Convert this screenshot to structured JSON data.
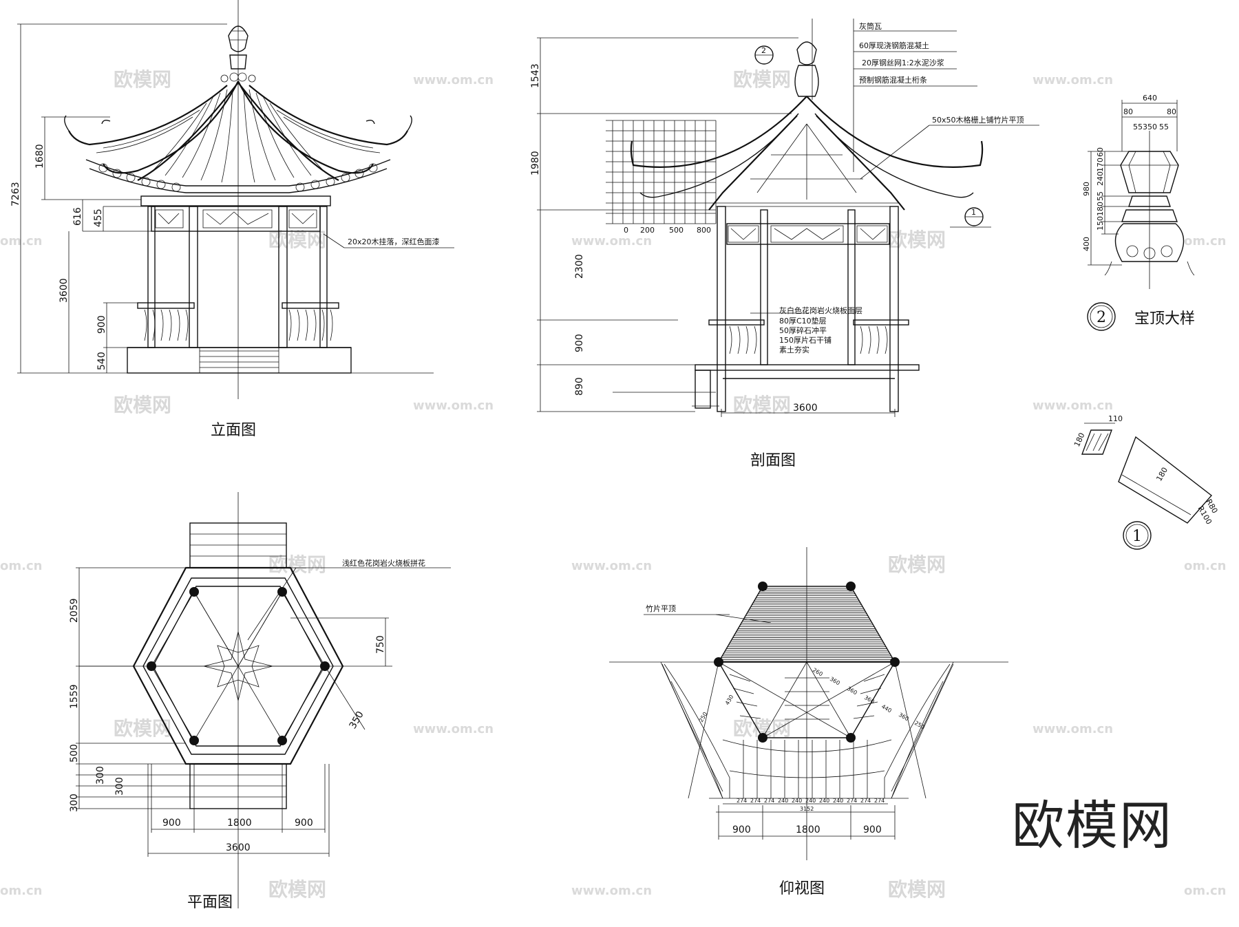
{
  "drawings": {
    "elevation": {
      "title": "立面图",
      "dims": [
        "7263",
        "1680",
        "616",
        "455",
        "3600",
        "900",
        "540"
      ],
      "note": "20x20木挂落，深红色面漆"
    },
    "section": {
      "title": "剖面图",
      "dims": [
        "1543",
        "1980",
        "2300",
        "900",
        "890",
        "3600"
      ],
      "scale_ticks": [
        "0",
        "200",
        "500",
        "800"
      ],
      "roof_notes": [
        "灰筒瓦",
        "60厚现浇钢筋混凝土",
        "20厚钢丝网1:2水泥沙浆",
        "预制钢筋混凝土桁条"
      ],
      "ceiling_note": "50x50木格栅上铺竹片平顶",
      "floor_notes": [
        "灰白色花岗岩火烧板面层",
        "80厚C10垫层",
        "50厚碎石冲平",
        "150厚片石干铺",
        "素土夯实"
      ],
      "marker_top": "2",
      "marker_eave": "1"
    },
    "finial": {
      "title": "宝顶大样",
      "marker": "2",
      "dims_top": [
        "640",
        "80",
        "55",
        "350",
        "55",
        "80"
      ],
      "dims_side": [
        "980",
        "60",
        "170",
        "240",
        "55",
        "180",
        "150",
        "400"
      ]
    },
    "eave_detail": {
      "marker": "1",
      "dims": [
        "110",
        "180",
        "180",
        "R80",
        "R100"
      ]
    },
    "plan": {
      "title": "平面图",
      "dims_left": [
        "2059",
        "1559",
        "500",
        "300",
        "300",
        "300"
      ],
      "dims_right": [
        "750",
        "350"
      ],
      "dims_bottom": [
        "900",
        "1800",
        "900",
        "3600"
      ],
      "note": "浅红色花岗岩火烧板拼花"
    },
    "reflected": {
      "title": "仰视图",
      "note": "竹片平顶",
      "dims_bottom": [
        "900",
        "1800",
        "900"
      ],
      "dims_slats": [
        "274",
        "274",
        "274",
        "240",
        "240",
        "240",
        "240",
        "240",
        "274",
        "274",
        "274"
      ],
      "dim_total": "3152",
      "dims_rafter": [
        "250",
        "430",
        "260",
        "360",
        "360",
        "360",
        "440",
        "360",
        "250"
      ]
    }
  },
  "watermark": {
    "cn": "欧模网",
    "url": "www.om.cn",
    "url_cut": "om.cn"
  },
  "brand_logo": "欧模网"
}
